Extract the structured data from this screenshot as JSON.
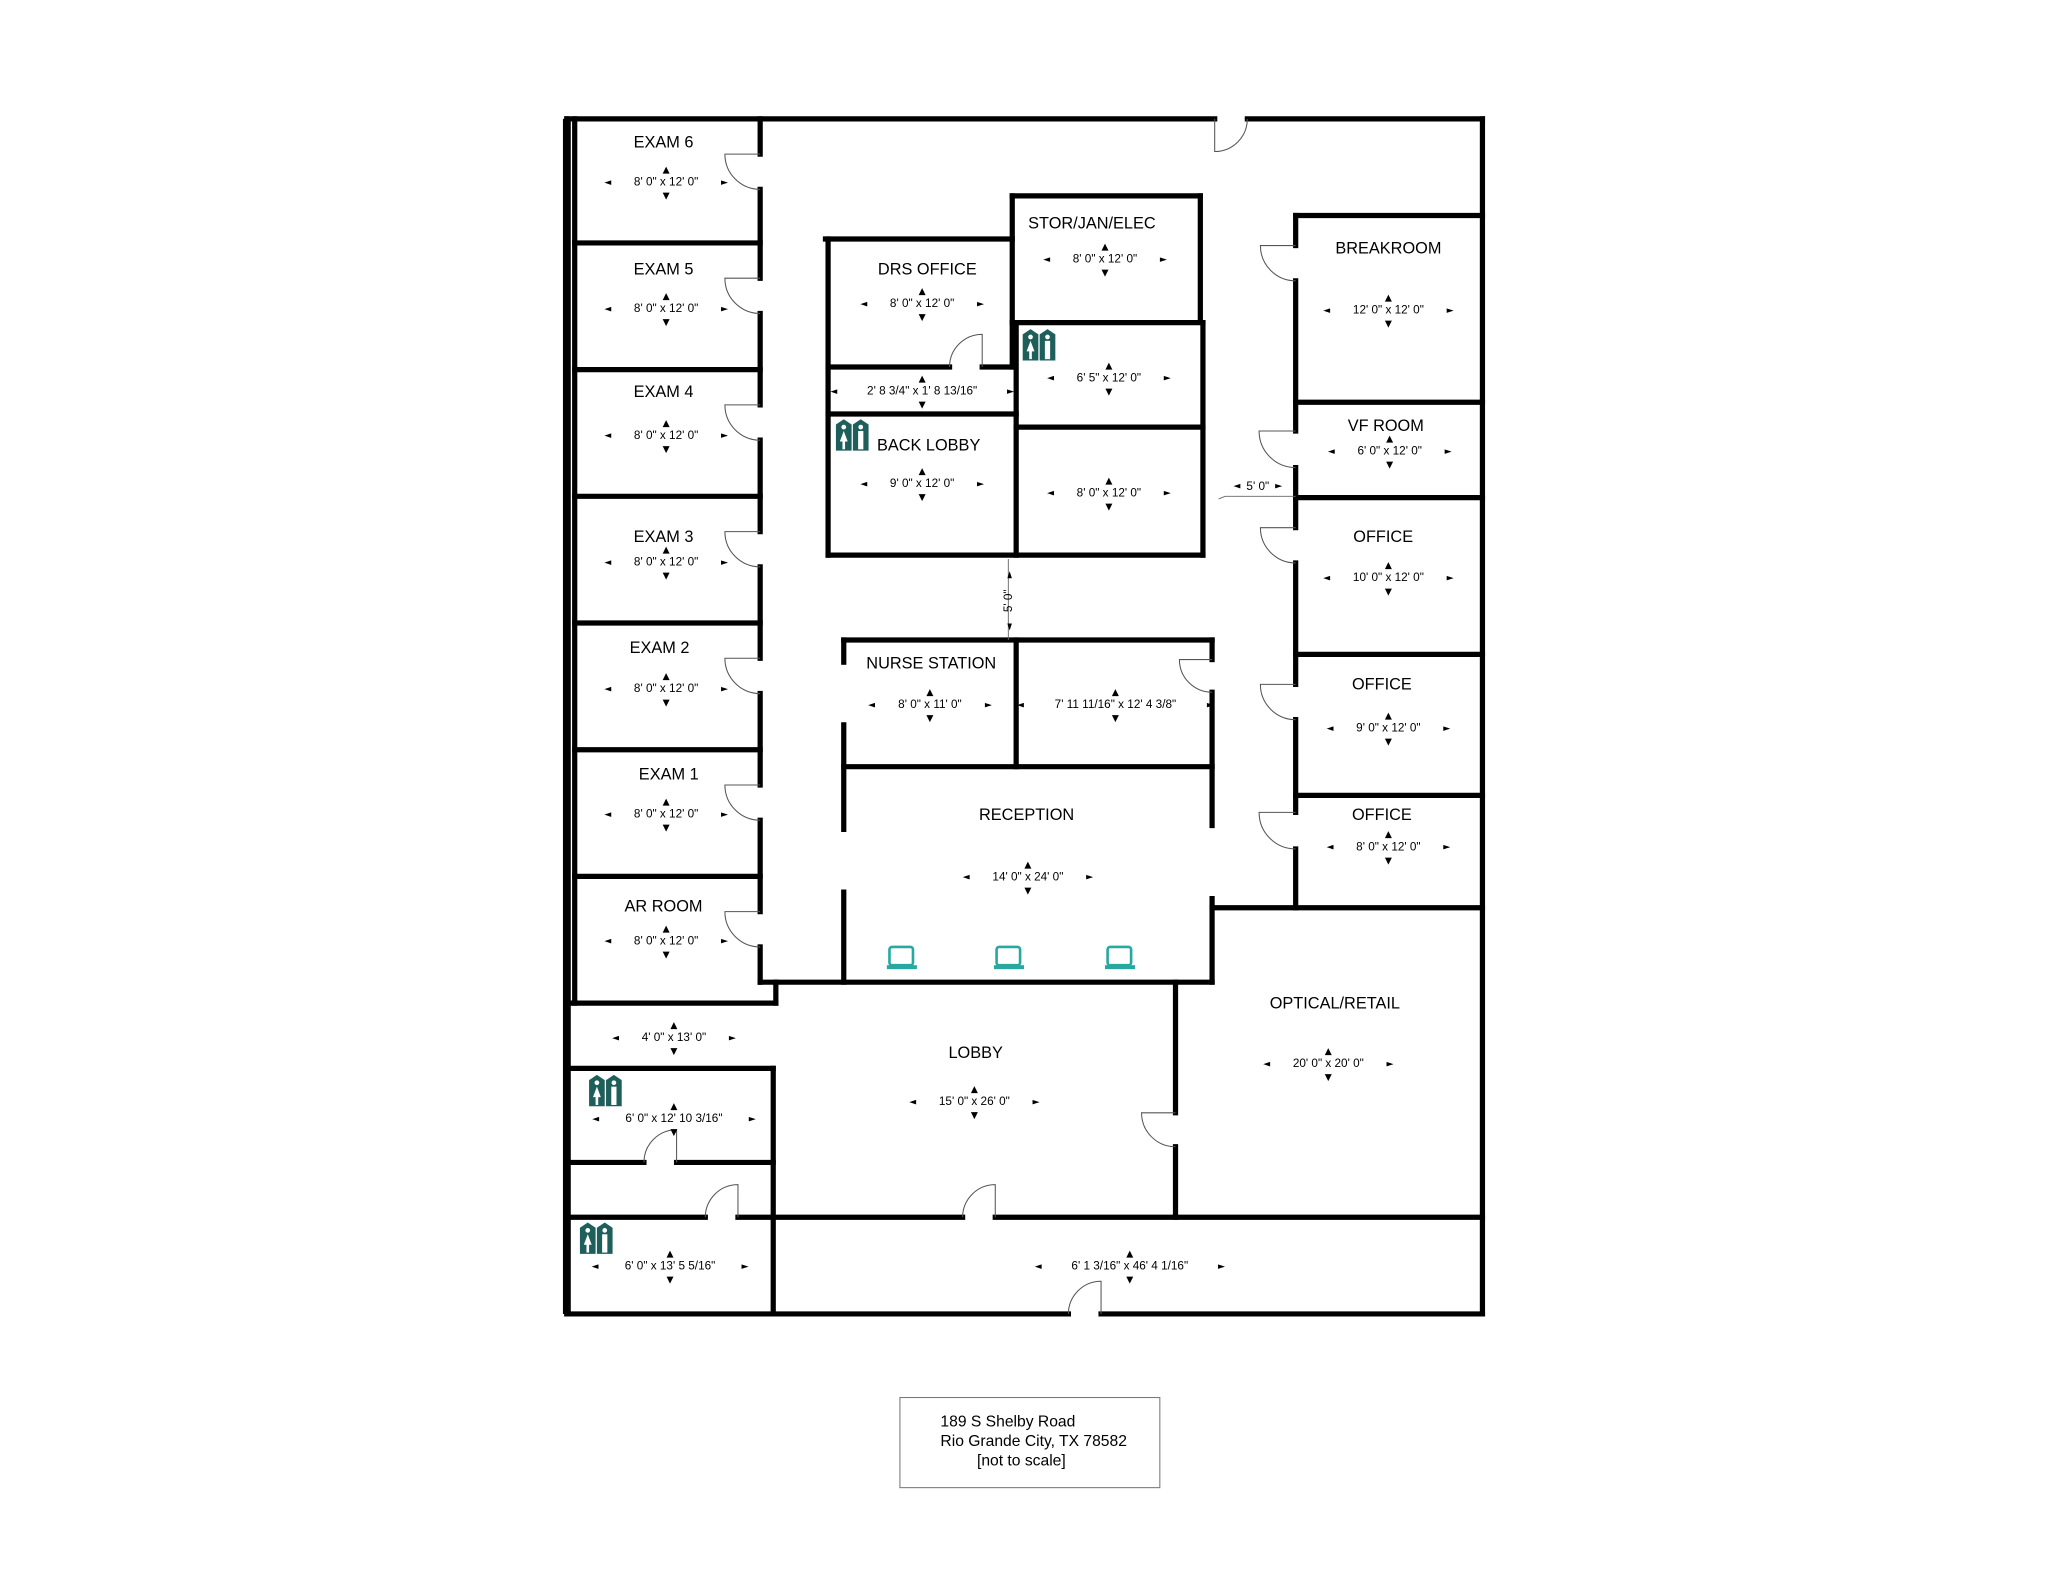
{
  "plan": {
    "rooms": [
      {
        "label": "EXAM 6",
        "dims": "8' 0\" x 12' 0\""
      },
      {
        "label": "EXAM 5",
        "dims": "8' 0\" x 12' 0\""
      },
      {
        "label": "EXAM 4",
        "dims": "8' 0\" x 12' 0\""
      },
      {
        "label": "EXAM 3",
        "dims": "8' 0\" x 12' 0\""
      },
      {
        "label": "EXAM 2",
        "dims": "8' 0\" x 12' 0\""
      },
      {
        "label": "EXAM 1",
        "dims": "8' 0\" x 12' 0\""
      },
      {
        "label": "AR ROOM",
        "dims": "8' 0\" x 12' 0\""
      },
      {
        "label": "",
        "dims": "4' 0\" x 13' 0\""
      },
      {
        "label": "",
        "dims": "6' 0\" x 12' 10 3/16\""
      },
      {
        "label": "",
        "dims": "6' 0\" x 13' 5 5/16\""
      },
      {
        "label": "LOBBY",
        "dims": "15' 0\" x 26' 0\""
      },
      {
        "label": "",
        "dims": "6' 1 3/16\" x 46' 4 1/16\""
      },
      {
        "label": "OPTICAL/RETAIL",
        "dims": "20' 0\" x 20' 0\""
      },
      {
        "label": "RECEPTION",
        "dims": "14' 0\" x 24' 0\""
      },
      {
        "label": "NURSE STATION",
        "dims": "8' 0\" x 11' 0\""
      },
      {
        "label": "",
        "dims": "7' 11 11/16\" x 12' 4 3/8\""
      },
      {
        "label": "DRS OFFICE",
        "dims": "8' 0\" x 12' 0\""
      },
      {
        "label": "STOR/JAN/ELEC",
        "dims": "8' 0\" x 12' 0\""
      },
      {
        "label": "",
        "dims": "6' 5\" x 12' 0\""
      },
      {
        "label": "",
        "dims": "2' 8 3/4\" x 1' 8 13/16\""
      },
      {
        "label": "BACK LOBBY",
        "dims": "9' 0\" x 12' 0\""
      },
      {
        "label": "",
        "dims": "8' 0\" x 12' 0\""
      },
      {
        "label": "BREAKROOM",
        "dims": "12' 0\" x 12' 0\""
      },
      {
        "label": "VF ROOM",
        "dims": "6' 0\" x 12' 0\""
      },
      {
        "label": "OFFICE",
        "dims": "10' 0\" x 12' 0\""
      },
      {
        "label": "OFFICE",
        "dims": "9' 0\" x 12' 0\""
      },
      {
        "label": "OFFICE",
        "dims": "8' 0\" x 12' 0\""
      }
    ],
    "corridor_dims": [
      "5' 0\"",
      "5' 0\""
    ],
    "icons": {
      "restroom": "restroom-icon",
      "workstation": "laptop-icon"
    },
    "colors": {
      "wall": "#000000",
      "restroom_icon": "#1f5f5b",
      "workstation_icon": "#27a8a0"
    }
  },
  "address": {
    "line1": "189 S Shelby Road",
    "line2": "Rio Grande City, TX 78582",
    "note": "[not to scale]"
  }
}
